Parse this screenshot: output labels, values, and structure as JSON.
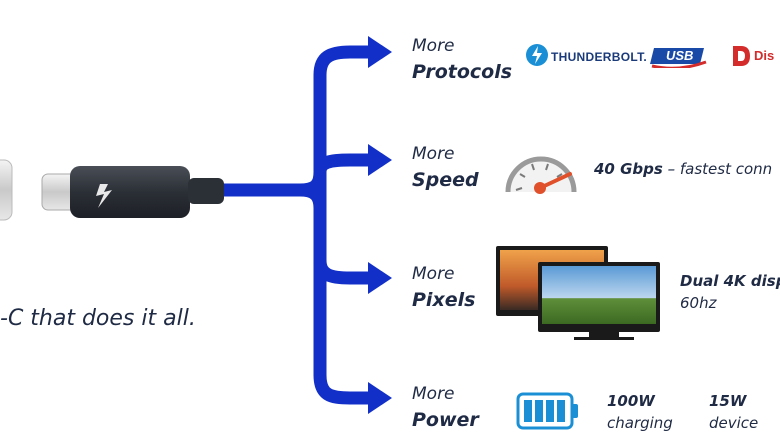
{
  "tagline": "-C that does it all.",
  "branches": [
    {
      "more": "More",
      "label": "Protocols"
    },
    {
      "more": "More",
      "label": "Speed"
    },
    {
      "more": "More",
      "label": "Pixels"
    },
    {
      "more": "More",
      "label": "Power"
    }
  ],
  "protocols": {
    "thunderbolt": "THUNDERBOLT.",
    "usb": "USB",
    "displayport": "Dis"
  },
  "speed": {
    "value": "40 Gbps",
    "dash": " – ",
    "text": "fastest conn"
  },
  "pixels": {
    "line1": "Dual 4K disp",
    "line2": "60hz"
  },
  "power": {
    "charging_value": "100W",
    "charging_label": "charging",
    "device_value": "15W",
    "device_label": "device"
  },
  "colors": {
    "arrow": "#1230c8",
    "text": "#1f2a44",
    "cable": "#2b2f36",
    "gauge_needle": "#e0502a",
    "battery": "#1b8fd6"
  },
  "icons": [
    "thunderbolt-icon",
    "usb-logo",
    "displayport-icon",
    "speedometer-icon",
    "monitor-icon",
    "battery-icon"
  ]
}
